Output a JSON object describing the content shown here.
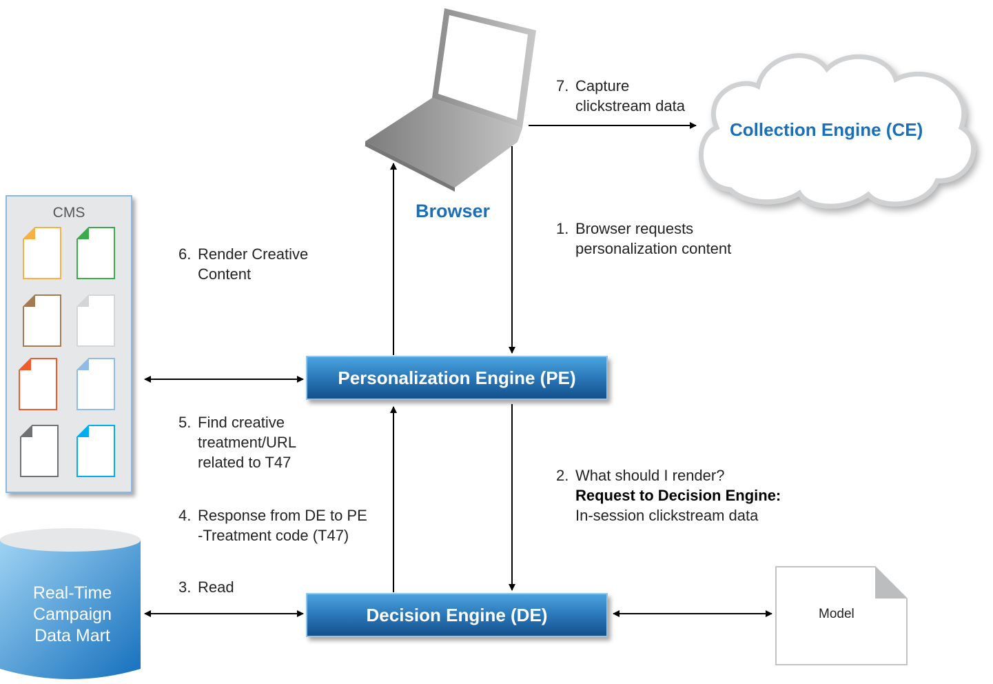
{
  "nodes": {
    "browser": {
      "label": "Browser"
    },
    "collection_engine": {
      "label": "Collection Engine (CE)"
    },
    "personalization_engine": {
      "label": "Personalization Engine (PE)"
    },
    "decision_engine": {
      "label": "Decision Engine (DE)"
    },
    "cms": {
      "label": "CMS",
      "document_colors": [
        "#f9b040",
        "#3aaa4a",
        "#a57a52",
        "#d4d5d7",
        "#f15a2b",
        "#8fbbe6",
        "#707173",
        "#00aeef"
      ]
    },
    "data_mart": {
      "lines": [
        "Real-Time",
        "Campaign",
        "Data Mart"
      ]
    },
    "model": {
      "label": "Model"
    }
  },
  "steps": {
    "s1": {
      "num": "1.",
      "lines": [
        "Browser requests",
        "personalization content"
      ]
    },
    "s2": {
      "num": "2.",
      "lines": [
        "What should I render?"
      ],
      "bold": "Request to Decision Engine:",
      "detail": "In-session clickstream data"
    },
    "s3": {
      "num": "3.",
      "lines": [
        "Read"
      ]
    },
    "s4": {
      "num": "4.",
      "lines": [
        "Response from DE to PE",
        "-Treatment code (T47)"
      ]
    },
    "s5": {
      "num": "5.",
      "lines": [
        "Find creative",
        "treatment/URL",
        "related to T47"
      ]
    },
    "s6": {
      "num": "6.",
      "lines": [
        "Render Creative",
        "Content"
      ]
    },
    "s7": {
      "num": "7.",
      "lines": [
        "Capture",
        "clickstream data"
      ]
    }
  },
  "colors": {
    "accent_blue": "#1a6fb8",
    "engine_top": "#4aa3dd",
    "engine_bottom": "#14508c"
  }
}
